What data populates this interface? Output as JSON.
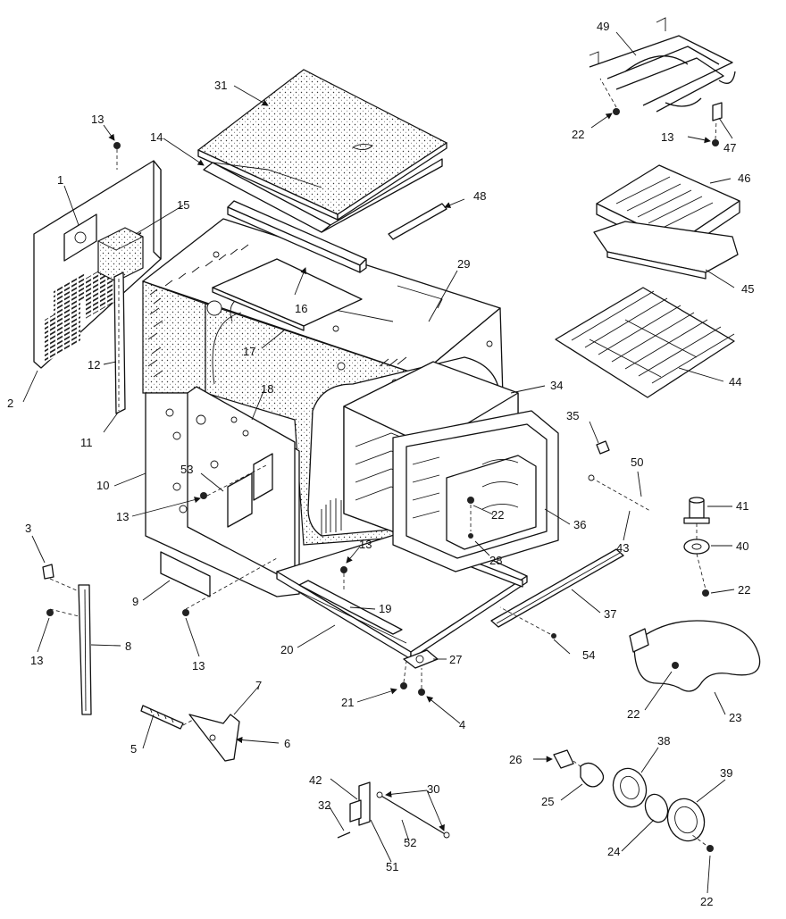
{
  "parts": [
    {
      "id": "p31",
      "label": "31"
    },
    {
      "id": "p14",
      "label": "14"
    },
    {
      "id": "p13a",
      "label": "13"
    },
    {
      "id": "p1",
      "label": "1"
    },
    {
      "id": "p15",
      "label": "15"
    },
    {
      "id": "p2",
      "label": "2"
    },
    {
      "id": "p12",
      "label": "12"
    },
    {
      "id": "p11",
      "label": "11"
    },
    {
      "id": "p16",
      "label": "16"
    },
    {
      "id": "p17",
      "label": "17"
    },
    {
      "id": "p48",
      "label": "48"
    },
    {
      "id": "p29",
      "label": "29"
    },
    {
      "id": "p49",
      "label": "49"
    },
    {
      "id": "p22a",
      "label": "22"
    },
    {
      "id": "p13b",
      "label": "13"
    },
    {
      "id": "p47",
      "label": "47"
    },
    {
      "id": "p46",
      "label": "46"
    },
    {
      "id": "p45",
      "label": "45"
    },
    {
      "id": "p44",
      "label": "44"
    },
    {
      "id": "p34",
      "label": "34"
    },
    {
      "id": "p18",
      "label": "18"
    },
    {
      "id": "p10",
      "label": "10"
    },
    {
      "id": "p53",
      "label": "53"
    },
    {
      "id": "p13c",
      "label": "13"
    },
    {
      "id": "p3",
      "label": "3"
    },
    {
      "id": "p35",
      "label": "35"
    },
    {
      "id": "p50",
      "label": "50"
    },
    {
      "id": "p22b",
      "label": "22"
    },
    {
      "id": "p36",
      "label": "36"
    },
    {
      "id": "p43",
      "label": "43"
    },
    {
      "id": "p41",
      "label": "41"
    },
    {
      "id": "p40",
      "label": "40"
    },
    {
      "id": "p22c",
      "label": "22"
    },
    {
      "id": "p28",
      "label": "28"
    },
    {
      "id": "p13d",
      "label": "13"
    },
    {
      "id": "p9",
      "label": "9"
    },
    {
      "id": "p19",
      "label": "19"
    },
    {
      "id": "p37",
      "label": "37"
    },
    {
      "id": "p13e",
      "label": "13"
    },
    {
      "id": "p8",
      "label": "8"
    },
    {
      "id": "p13f",
      "label": "13"
    },
    {
      "id": "p20",
      "label": "20"
    },
    {
      "id": "p27",
      "label": "27"
    },
    {
      "id": "p54",
      "label": "54"
    },
    {
      "id": "p21",
      "label": "21"
    },
    {
      "id": "p4",
      "label": "4"
    },
    {
      "id": "p22d",
      "label": "22"
    },
    {
      "id": "p23",
      "label": "23"
    },
    {
      "id": "p7",
      "label": "7"
    },
    {
      "id": "p5",
      "label": "5"
    },
    {
      "id": "p6",
      "label": "6"
    },
    {
      "id": "p38",
      "label": "38"
    },
    {
      "id": "p26",
      "label": "26"
    },
    {
      "id": "p25",
      "label": "25"
    },
    {
      "id": "p39",
      "label": "39"
    },
    {
      "id": "p42",
      "label": "42"
    },
    {
      "id": "p30",
      "label": "30"
    },
    {
      "id": "p32",
      "label": "32"
    },
    {
      "id": "p52",
      "label": "52"
    },
    {
      "id": "p51",
      "label": "51"
    },
    {
      "id": "p24",
      "label": "24"
    },
    {
      "id": "p22e",
      "label": "22"
    }
  ]
}
